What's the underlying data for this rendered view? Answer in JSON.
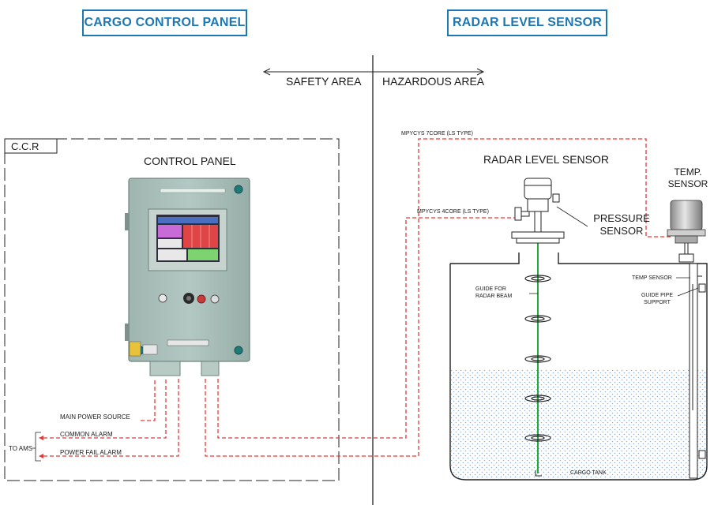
{
  "headers": {
    "left_title": "CARGO CONTROL PANEL",
    "right_title": "RADAR LEVEL SENSOR"
  },
  "areas": {
    "safety": "SAFETY AREA",
    "hazardous": "HAZARDOUS AREA"
  },
  "ccr": {
    "label": "C.C.R",
    "panel_title": "CONTROL PANEL"
  },
  "signals": {
    "main_power": "MAIN POWER SOURCE",
    "common_alarm": "COMMON ALARM",
    "power_fail": "POWER FAIL ALARM",
    "to_ams": "TO AMS"
  },
  "cables": {
    "seven_core": "MPYCYS 7CORE (LS TYPE)",
    "four_core": "MPYCYS 4CORE (LS TYPE)"
  },
  "sensor": {
    "radar_title": "RADAR LEVEL SENSOR",
    "pressure_line1": "PRESSURE",
    "pressure_line2": "SENSOR",
    "temp_line1": "TEMP.",
    "temp_line2": "SENSOR"
  },
  "tank": {
    "guide_line1": "GUIDE FOR",
    "guide_line2": "RADAR BEAM",
    "temp_sensor": "TEMP SENSOR",
    "guide_pipe_line1": "GUIDE PIPE",
    "guide_pipe_line2": "SUPPORT",
    "cargo_tank": "CARGO TANK"
  },
  "colors": {
    "header_blue": "#1c78b4",
    "cable_red": "#e03a3a",
    "panel_body": "#a9bfb9",
    "beam_green": "#1faa3a",
    "liquid_dots": "#8fb4d8"
  }
}
